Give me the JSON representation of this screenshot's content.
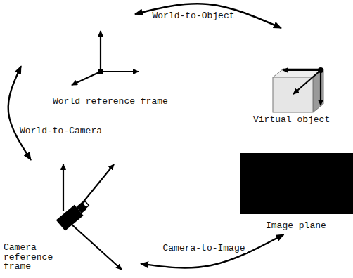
{
  "diagram": {
    "nodes": [
      {
        "text": [
          "World reference frame"
        ]
      },
      {
        "text": [
          "Virtual object"
        ]
      },
      {
        "text": [
          "Image plane"
        ]
      },
      {
        "text": [
          "Camera reference frame"
        ]
      }
    ],
    "edges": [
      {
        "from": 0,
        "to": 1,
        "label": "World-to-Object",
        "arrow": "both"
      },
      {
        "from": 0,
        "to": 3,
        "label": "World-to-Camera",
        "arrow": "both"
      },
      {
        "from": 3,
        "to": 2,
        "label": "Camera-to-Image",
        "arrow": "both"
      }
    ]
  }
}
